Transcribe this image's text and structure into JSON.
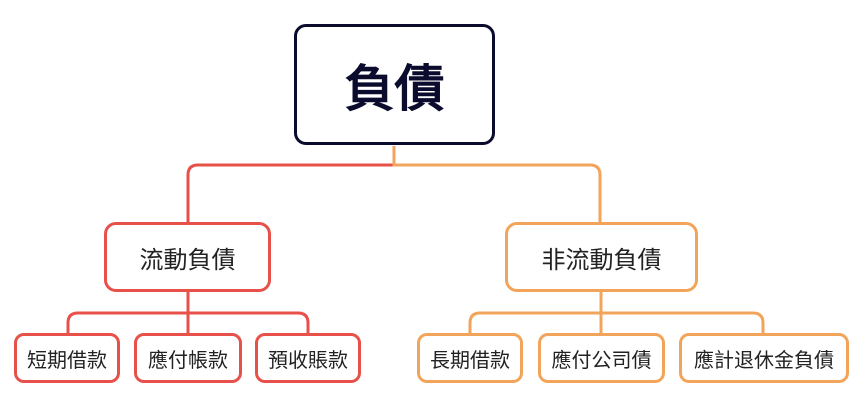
{
  "colors": {
    "root_border": "#0b0b2e",
    "left_branch": "#e8504a",
    "right_branch": "#f2a55a"
  },
  "root": {
    "label": "負債"
  },
  "current": {
    "label": "流動負債",
    "children": [
      "短期借款",
      "應付帳款",
      "預收賬款"
    ]
  },
  "noncurrent": {
    "label": "非流動負債",
    "children": [
      "長期借款",
      "應付公司債",
      "應計退休金負債"
    ]
  }
}
